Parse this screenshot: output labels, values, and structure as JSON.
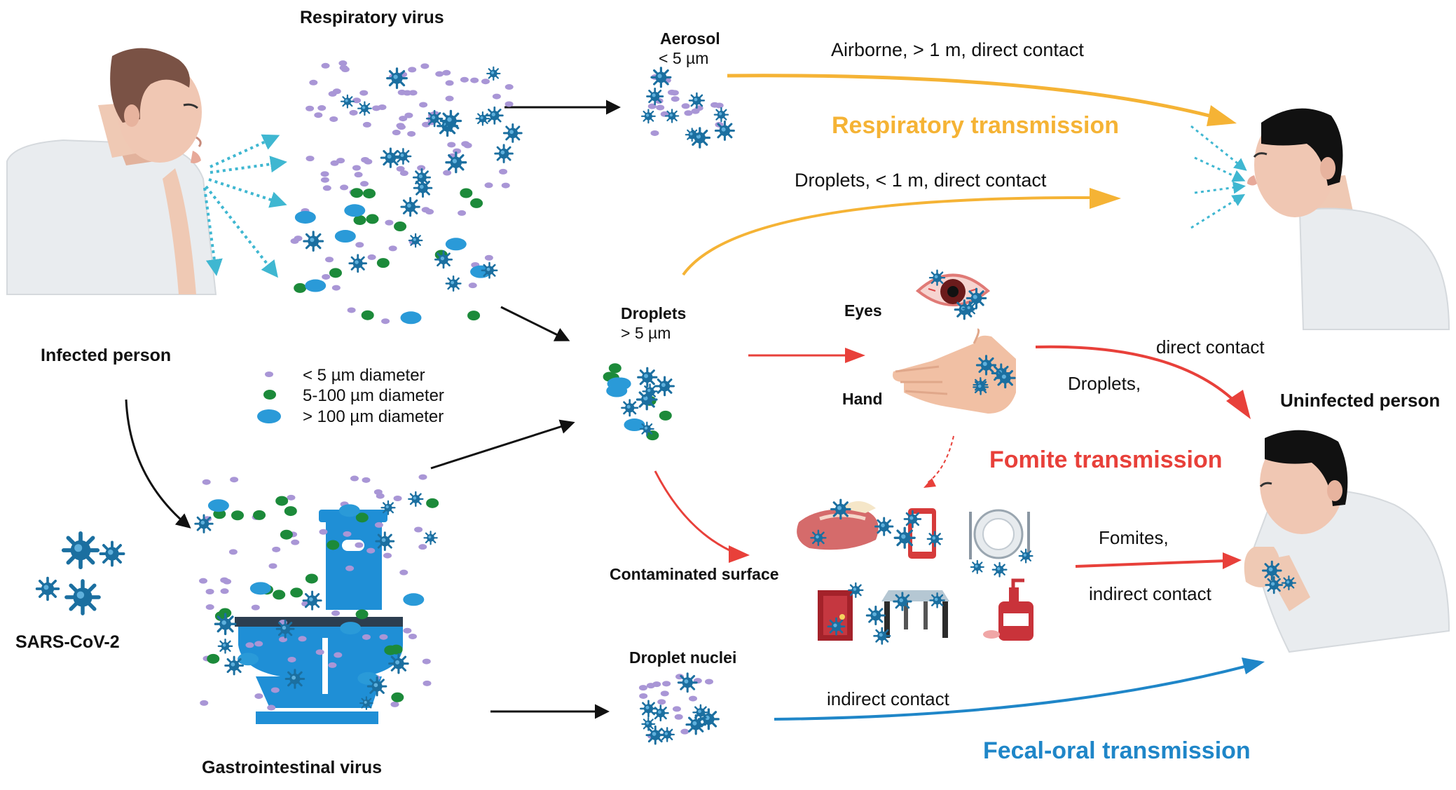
{
  "labels": {
    "respiratory_virus": "Respiratory virus",
    "infected_person": "Infected person",
    "legend_small": "< 5 µm diameter",
    "legend_medium": "5-100 µm diameter",
    "legend_large": "> 100 µm diameter",
    "sars": "SARS-CoV-2",
    "gastro_virus": "Gastrointestinal virus",
    "aerosol": "Aerosol",
    "aerosol_size": "< 5 µm",
    "droplets": "Droplets",
    "droplets_size": "> 5 µm",
    "contaminated_surface": "Contaminated surface",
    "droplet_nuclei": "Droplet nuclei",
    "airborne": "Airborne, > 1 m, direct contact",
    "respiratory_transmission": "Respiratory transmission",
    "droplets_route": "Droplets, < 1 m, direct contact",
    "eyes": "Eyes",
    "hand": "Hand",
    "direct_contact": "direct contact",
    "droplets_comma": "Droplets,",
    "uninfected_person": "Uninfected person",
    "fomite_transmission": "Fomite transmission",
    "fomites": "Fomites,",
    "indirect_contact_fomite": "indirect contact",
    "indirect_contact_fecal": "indirect contact",
    "fecal_oral_transmission": "Fecal-oral transmission"
  },
  "colors": {
    "respiratory": "#f5b335",
    "fomite": "#e8403a",
    "fecal": "#1f86c8",
    "particle_small": "#a996d6",
    "particle_medium": "#1c8a3a",
    "particle_large": "#2a9ad8",
    "virus": "#1b6fa0",
    "toilet": "#1f8fd6",
    "skin": "#f0c7b3",
    "hair": "#7a5245",
    "shirt": "#e9ecef"
  },
  "icons": [
    "virus-icon",
    "eye-icon",
    "hand-icon",
    "meat-icon",
    "phone-icon",
    "plate-icon",
    "door-icon",
    "table-icon",
    "soap-icon",
    "toilet-icon"
  ]
}
